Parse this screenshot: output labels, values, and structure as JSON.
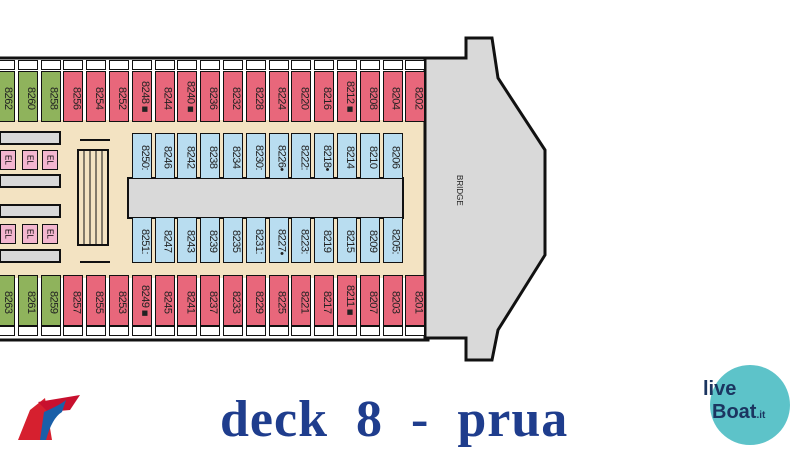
{
  "title": "deck  8  -  prua",
  "bridge_label": "BRIDGE",
  "elevator_label": "EL",
  "logo_text": "LiveBoat.it",
  "colors": {
    "standard": "#e8677b",
    "suite": "#8fb35c",
    "interior": "#b9ddf0",
    "corridor": "#f3e3c2",
    "hull": "#d9d9d9",
    "title": "#1f3d8d"
  },
  "rows": {
    "top_outer": [
      "8262",
      "8260",
      "8258",
      "8256",
      "8254",
      "8252",
      "8248■",
      "8244",
      "8240■",
      "8236",
      "8232",
      "8228",
      "8224",
      "8220",
      "8216",
      "8212■",
      "8208",
      "8204",
      "8202"
    ],
    "top_inner": [
      "8250:",
      "8246",
      "8242",
      "8238",
      "8234",
      "8230:",
      "8226•",
      "8222:",
      "8218•",
      "8214",
      "8210",
      "8206"
    ],
    "bottom_inner": [
      "8251:",
      "8247",
      "8243",
      "8239",
      "8235",
      "8231:",
      "8227•",
      "8223:",
      "8219",
      "8215",
      "8209",
      "8205:"
    ],
    "bottom_outer": [
      "8263",
      "8261",
      "8259",
      "8257",
      "8255",
      "8253",
      "8249■",
      "8245",
      "8241",
      "8237",
      "8233",
      "8229",
      "8225",
      "8221",
      "8217",
      "8211■",
      "8207",
      "8203",
      "8201"
    ]
  }
}
